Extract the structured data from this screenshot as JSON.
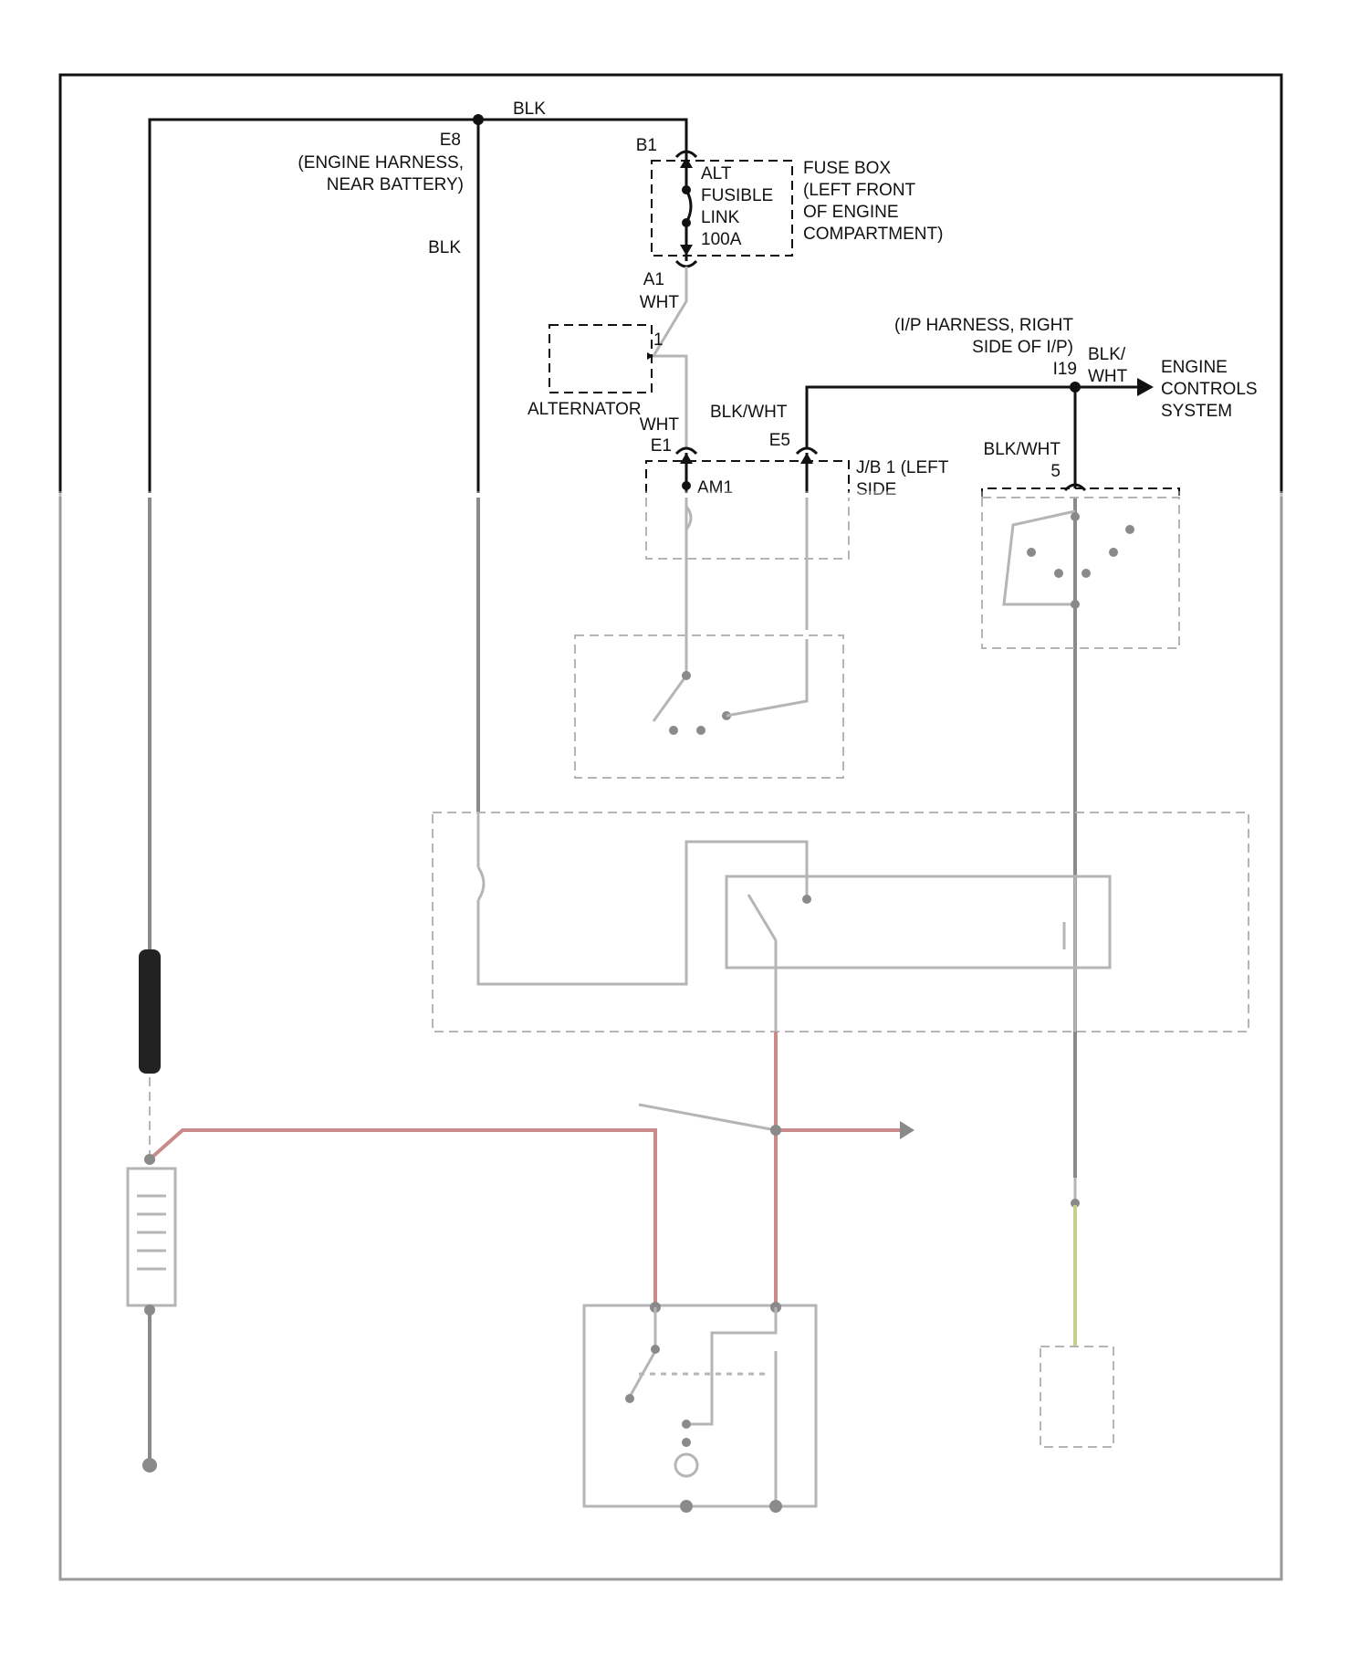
{
  "fuse_box": {
    "connector_in": "B1",
    "fuse_lines": [
      "ALT",
      "FUSIBLE",
      "LINK",
      "100A"
    ],
    "label_lines": [
      "FUSE BOX",
      "(LEFT FRONT",
      "OF ENGINE",
      "COMPARTMENT)"
    ],
    "connector_out": "A1"
  },
  "ground_splice": {
    "id": "E8",
    "label_lines": [
      "(ENGINE HARNESS,",
      "NEAR BATTERY)"
    ]
  },
  "alternator": {
    "label": "ALTERNATOR",
    "pin": "1"
  },
  "wires": {
    "blk_top": "BLK",
    "blk_side": "BLK",
    "wht_a1": "WHT",
    "wht_e1": "WHT",
    "blk_wht_e5": "BLK/WHT",
    "blk_wht_i19_lines": [
      "BLK/",
      "WHT"
    ],
    "blk_wht_pin5": "BLK/WHT"
  },
  "jb1": {
    "connector_e1": "E1",
    "connector_e5": "E5",
    "terminal": "AM1",
    "label_lines": [
      "J/B 1 (LEFT",
      "SIDE"
    ]
  },
  "ip_harness": {
    "label_lines": [
      "(I/P HARNESS, RIGHT",
      "SIDE OF I/P)"
    ],
    "connector": "I19"
  },
  "engine_controls": {
    "label_lines": [
      "ENGINE",
      "CONTROLS",
      "SYSTEM"
    ]
  },
  "pnp_switch": {
    "pin": "5"
  }
}
